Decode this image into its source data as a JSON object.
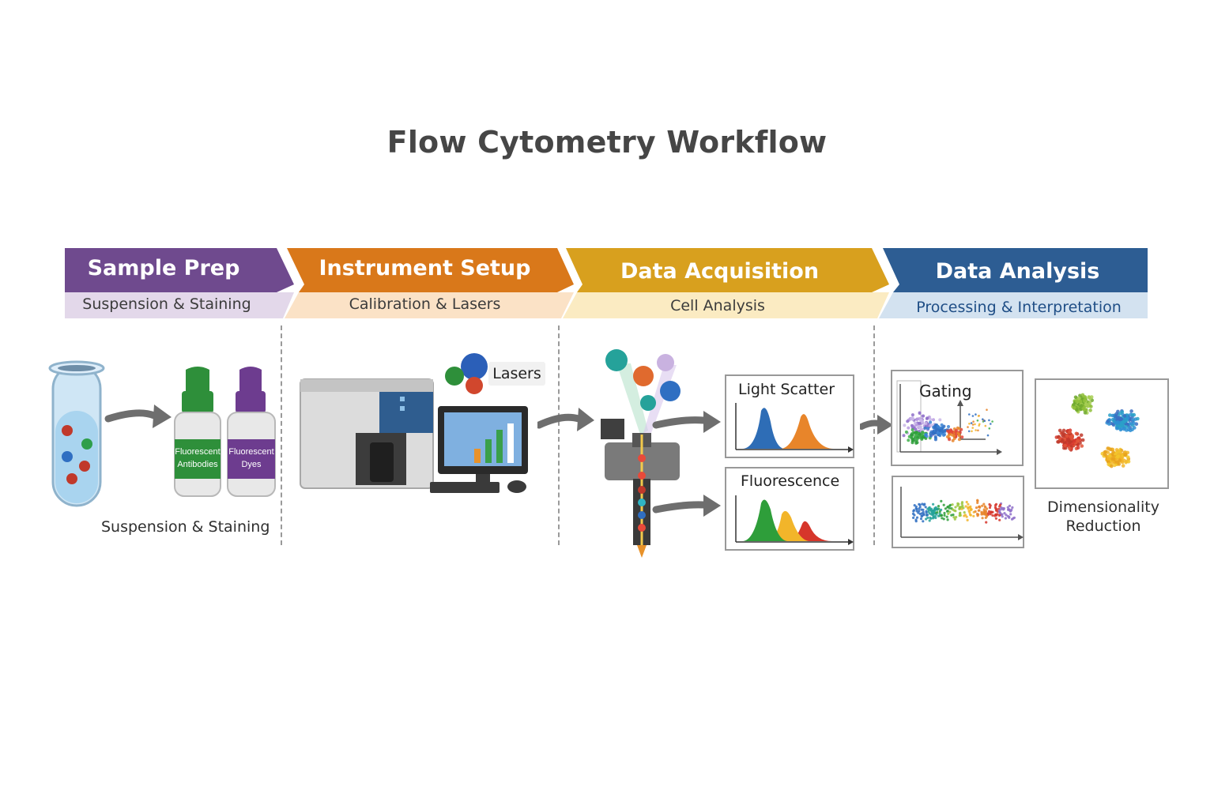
{
  "title": "Flow Cytometry Workflow",
  "stages": [
    {
      "title": "Sample Prep",
      "subtitle": "Suspension & Staining",
      "color": "#6f4a8e",
      "light": "#e3d8ea"
    },
    {
      "title": "Instrument Setup",
      "subtitle": "Calibration & Lasers",
      "color": "#d9781a",
      "light": "#fbe2c6"
    },
    {
      "title": "Data Acquisition",
      "subtitle": "Cell Analysis",
      "color": "#d8a01e",
      "light": "#fbebc2"
    },
    {
      "title": "Data Analysis",
      "subtitle": "Processing & Interpretation",
      "color": "#2d5d93",
      "light": "#d3e2f0"
    }
  ],
  "sample_prep": {
    "caption": "Suspension & Staining",
    "vial_1_label_line1": "Fluorescent",
    "vial_1_label_line2": "Antibodies",
    "vial_2_label_line1": "Fluorescent",
    "vial_2_label_line2": "Dyes"
  },
  "instrument": {
    "lasers_label": "Lasers"
  },
  "acquisition": {
    "panel_1_label": "Light Scatter",
    "panel_2_label": "Fluorescence"
  },
  "analysis": {
    "panel_1_label": "Gating",
    "panel_2_label_line1": "Dimensionality",
    "panel_2_label_line2": "Reduction"
  }
}
